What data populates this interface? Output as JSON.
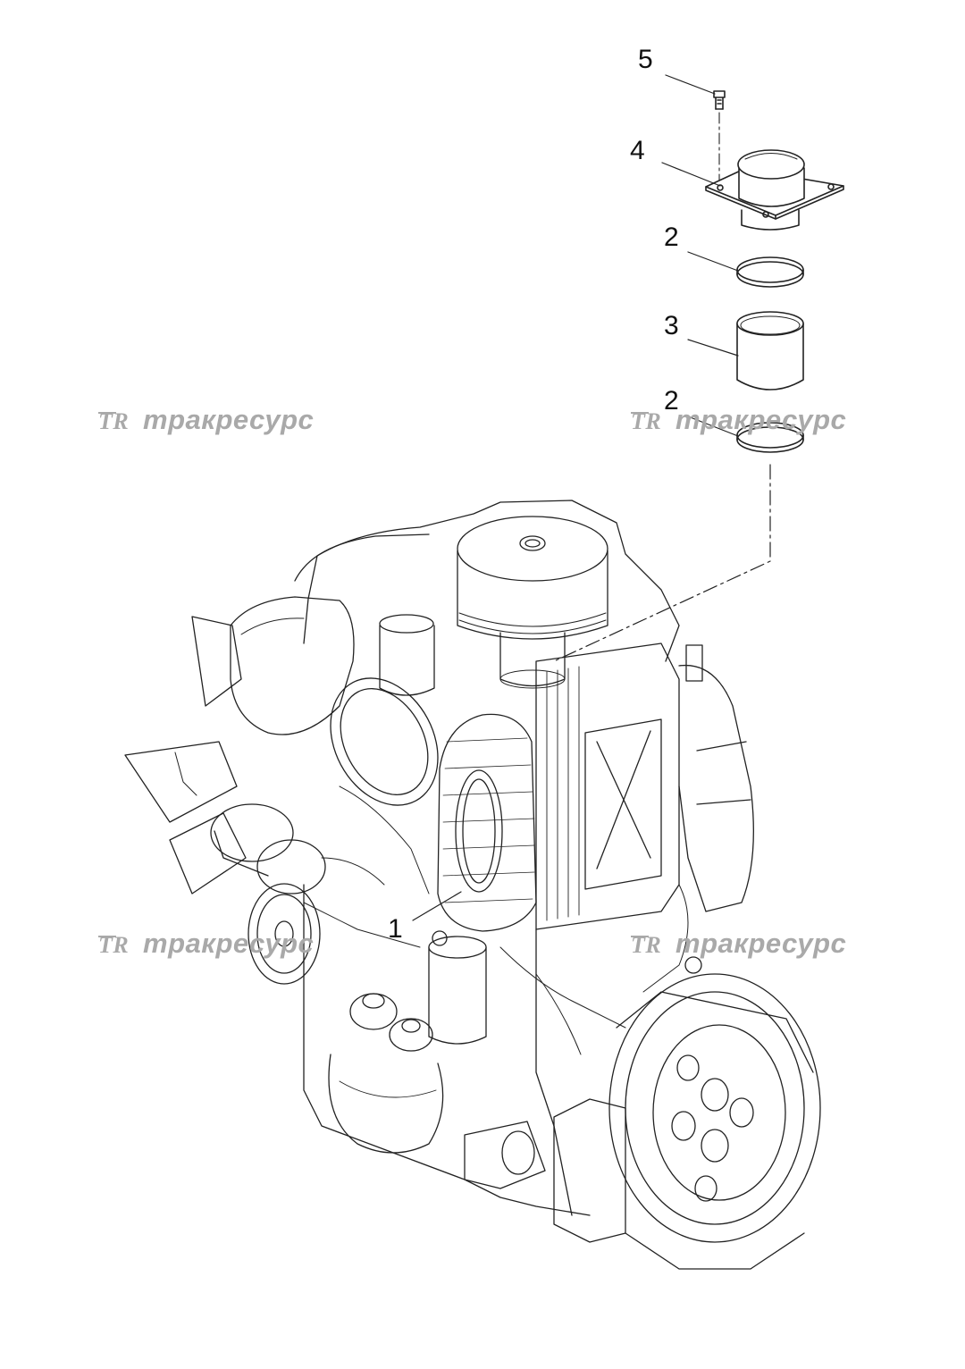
{
  "diagram": {
    "callouts": [
      {
        "id": "c5",
        "text": "5"
      },
      {
        "id": "c4",
        "text": "4"
      },
      {
        "id": "c2a",
        "text": "2"
      },
      {
        "id": "c3",
        "text": "3"
      },
      {
        "id": "c2b",
        "text": "2"
      },
      {
        "id": "c1",
        "text": "1"
      }
    ],
    "watermark": {
      "text": "тракресурс",
      "logo_letters": "TR",
      "color": "#a9a9a9"
    },
    "line_color": "#222222"
  }
}
